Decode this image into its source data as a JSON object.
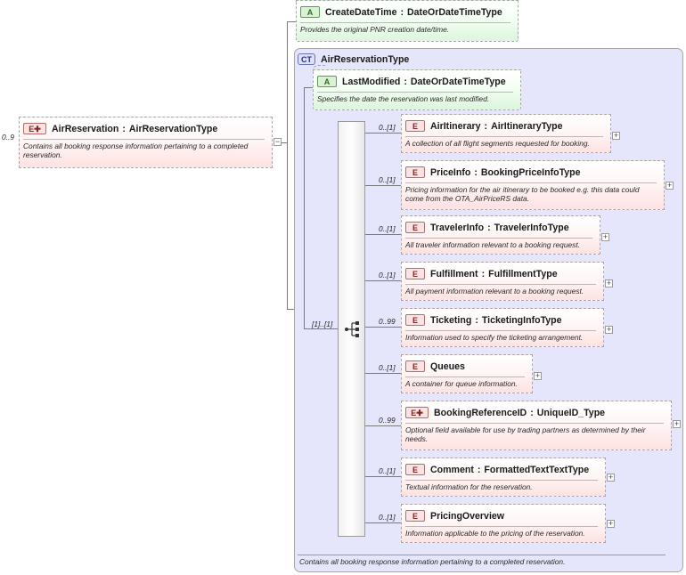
{
  "root": {
    "occurrence": "0..9",
    "badge": "E",
    "name": "AirReservation",
    "type": "AirReservationType",
    "doc": "Contains all booking response information pertaining to a completed reservation."
  },
  "attribute_create": {
    "badge": "A",
    "name": "CreateDateTime",
    "type": "DateOrDateTimeType",
    "doc": "Provides the original PNR creation date/time."
  },
  "complex_type": {
    "badge": "CT",
    "name": "AirReservationType",
    "footer_doc": "Contains all booking response information pertaining to a completed reservation."
  },
  "attribute_modified": {
    "badge": "A",
    "name": "LastModified",
    "type": "DateOrDateTimeType",
    "doc": "Specifies the date the reservation was last modified."
  },
  "sequence": {
    "occurrence": "[1]..[1]"
  },
  "children": [
    {
      "occurrence": "0..[1]",
      "badge": "E",
      "name": "AirItinerary",
      "type": "AirItineraryType",
      "doc": "A collection of all flight segments requested for booking."
    },
    {
      "occurrence": "0..[1]",
      "badge": "E",
      "name": "PriceInfo",
      "type": "BookingPriceInfoType",
      "doc": "Pricing information for the air itinerary to be booked e.g. this data could come from the OTA_AirPriceRS data."
    },
    {
      "occurrence": "0..[1]",
      "badge": "E",
      "name": "TravelerInfo",
      "type": "TravelerInfoType",
      "doc": "All traveler information relevant to a booking request."
    },
    {
      "occurrence": "0..[1]",
      "badge": "E",
      "name": "Fulfillment",
      "type": "FulfillmentType",
      "doc": "All payment information relevant to a booking request."
    },
    {
      "occurrence": "0..99",
      "badge": "E",
      "name": "Ticketing",
      "type": "TicketingInfoType",
      "doc": "Information used to specify the ticketing arrangement."
    },
    {
      "occurrence": "0..[1]",
      "badge": "E",
      "name": "Queues",
      "type": "",
      "doc": "A container for queue information."
    },
    {
      "occurrence": "0..99",
      "badge": "E",
      "name": "BookingReferenceID",
      "type": "UniqueID_Type",
      "doc": "Optional field available for use by trading partners as determined by their needs."
    },
    {
      "occurrence": "0..[1]",
      "badge": "E",
      "name": "Comment",
      "type": "FormattedTextTextType",
      "doc": "Textual information for the reservation."
    },
    {
      "occurrence": "0..[1]",
      "badge": "E",
      "name": "PricingOverview",
      "type": "",
      "doc": "Information applicable to the pricing of the reservation."
    }
  ],
  "separator": ":",
  "collapse_symbol": "−",
  "expand_symbol": "+",
  "colors": {
    "element_fill": "#fde2e2",
    "attribute_fill": "#dcf5dc",
    "complex_type_fill": "#e5e6fb"
  },
  "icons": {
    "sequence": "sequence-compositor-icon",
    "expand": "expand-plus-icon",
    "collapse": "collapse-minus-icon"
  }
}
